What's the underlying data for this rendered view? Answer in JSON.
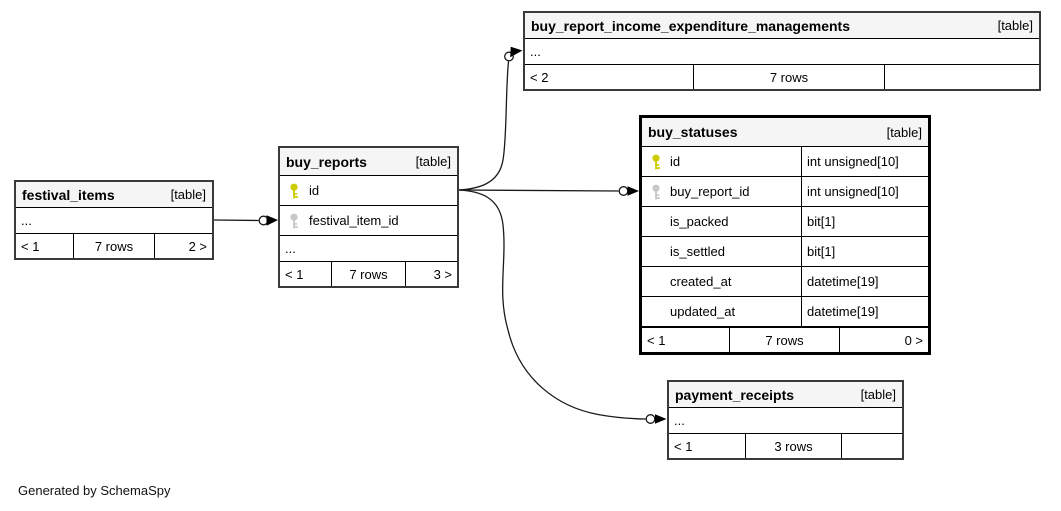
{
  "credit": "Generated by SchemaSpy",
  "colors": {
    "pk_key": "#cccc00",
    "fk_key": "#c8c8c8",
    "edge": "#1a1a1a",
    "header_bg": "#f5f5f5"
  },
  "tables": {
    "buy_report_income_expenditure_managements": {
      "title": "buy_report_income_expenditure_managements",
      "badge": "[table]",
      "ellipsis": "...",
      "footer": [
        "< 2",
        "7 rows",
        ""
      ]
    },
    "festival_items": {
      "title": "festival_items",
      "badge": "[table]",
      "ellipsis": "...",
      "footer": [
        "< 1",
        "7 rows",
        "2 >"
      ]
    },
    "buy_reports": {
      "title": "buy_reports",
      "badge": "[table]",
      "columns": [
        {
          "name": "id",
          "key": "pk"
        },
        {
          "name": "festival_item_id",
          "key": "fk"
        }
      ],
      "ellipsis": "...",
      "footer": [
        "< 1",
        "7 rows",
        "3 >"
      ]
    },
    "buy_statuses": {
      "title": "buy_statuses",
      "badge": "[table]",
      "columns": [
        {
          "name": "id",
          "type": "int unsigned[10]",
          "key": "pk"
        },
        {
          "name": "buy_report_id",
          "type": "int unsigned[10]",
          "key": "fk"
        },
        {
          "name": "is_packed",
          "type": "bit[1]",
          "key": ""
        },
        {
          "name": "is_settled",
          "type": "bit[1]",
          "key": ""
        },
        {
          "name": "created_at",
          "type": "datetime[19]",
          "key": ""
        },
        {
          "name": "updated_at",
          "type": "datetime[19]",
          "key": ""
        }
      ],
      "footer": [
        "< 1",
        "7 rows",
        "0 >"
      ]
    },
    "payment_receipts": {
      "title": "payment_receipts",
      "badge": "[table]",
      "ellipsis": "...",
      "footer": [
        "< 1",
        "3 rows",
        ""
      ]
    }
  }
}
